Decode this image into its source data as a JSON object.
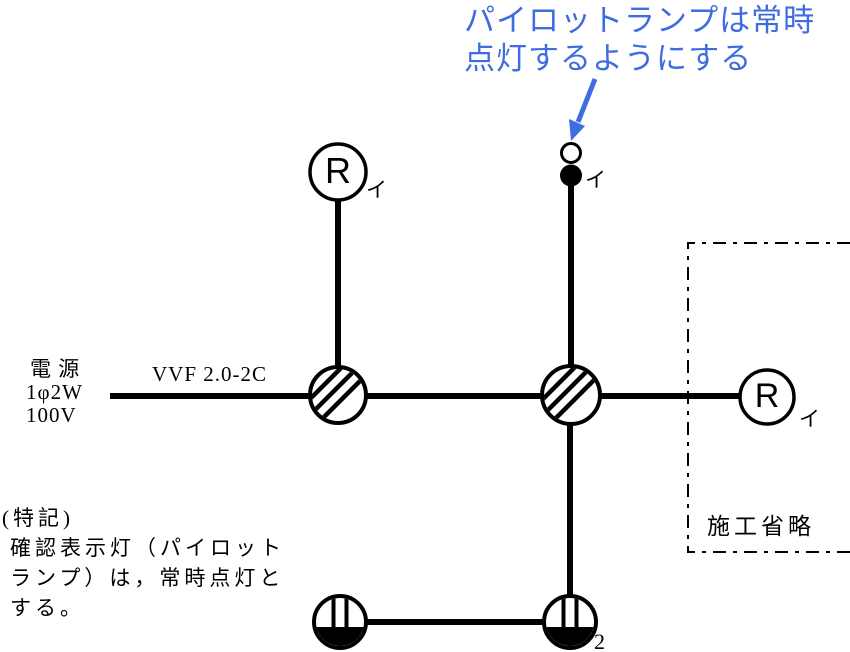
{
  "colors": {
    "annotation_blue": "#3f6ce0",
    "diagram_black": "#000000"
  },
  "annotation": {
    "line1": "パイロットランプは常時",
    "line2": "点灯するようにする"
  },
  "power_source": {
    "line1": "電 源",
    "line2": "1φ2W",
    "line3": "100V"
  },
  "cable_label": "VVF 2.0-2C",
  "labels": {
    "lamp_top_letter": "R",
    "lamp_top_sub": "イ",
    "switch_sub": "イ",
    "lamp_right_letter": "R",
    "lamp_right_sub": "イ",
    "outlet_count": "2",
    "omission": "施工省略"
  },
  "notes": {
    "line1": "(特記)",
    "line2": "確認表示灯（パイロット",
    "line3": "ランプ）は，常時点灯と",
    "line4": "する。"
  }
}
